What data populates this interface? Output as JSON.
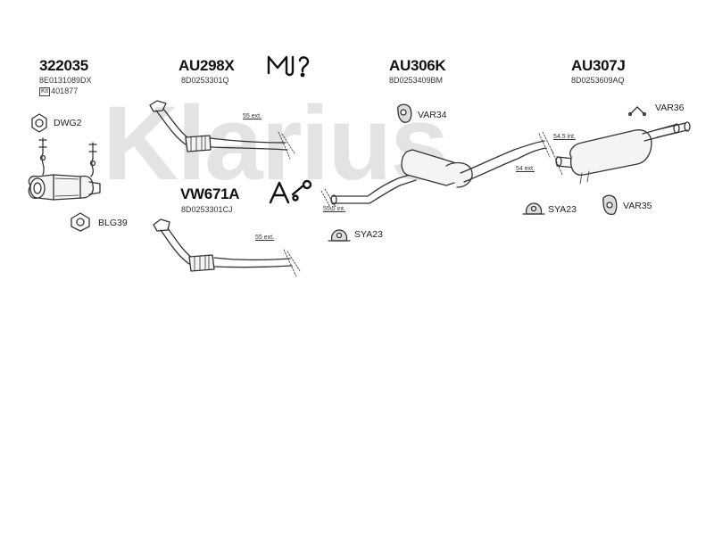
{
  "watermark": "Klarius",
  "icons": {
    "instructions_book": "manual-instructions-icon",
    "accessory": "accessory-icon"
  },
  "parts": [
    {
      "part_number": "322035",
      "oe_number": "8E0131089DX",
      "kit_code": "Kit",
      "kit_number": "401877"
    },
    {
      "part_number": "AU298X",
      "oe_number": "8D0253301Q",
      "dimension": "55 ext."
    },
    {
      "part_number": "AU306K",
      "oe_number": "8D0253409BM",
      "dimensions": [
        "54 ext.",
        "55.5 int."
      ]
    },
    {
      "part_number": "AU307J",
      "oe_number": "8D0253609AQ",
      "dimension": "54.5 int."
    },
    {
      "part_number": "VW671A",
      "oe_number": "8D0253301CJ",
      "dimension": "55 ext."
    }
  ],
  "fittings": [
    "DWG2",
    "BLG39",
    "VAR34",
    "VAR36",
    "SYA23",
    "SYA23",
    "VAR35"
  ]
}
